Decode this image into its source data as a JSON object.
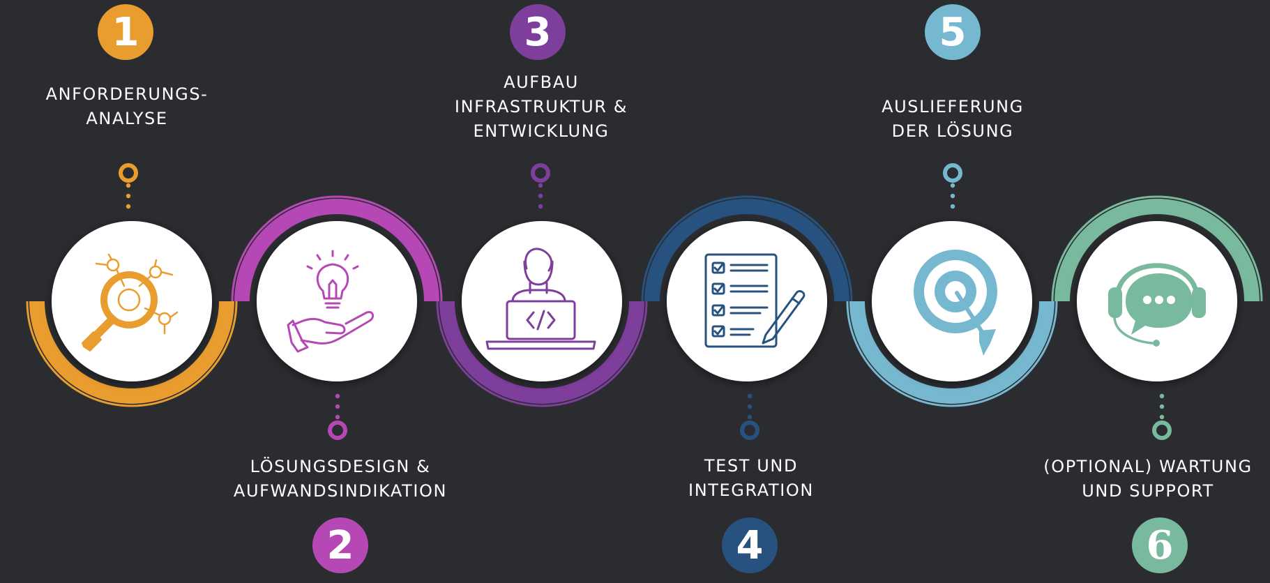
{
  "steps": [
    {
      "number": "1",
      "label": "ANFORDERUNGS-\nANALYSE",
      "color": "#e99d2f",
      "icon": "magnifier-network-icon",
      "position": "top"
    },
    {
      "number": "2",
      "label": "LÖSUNGSDESIGN &\nAUFWANDSINDIKATION",
      "color": "#b548b4",
      "icon": "lightbulb-hand-icon",
      "position": "bottom"
    },
    {
      "number": "3",
      "label": "AUFBAU\nINFRASTRUKTUR &\nENTWICKLUNG",
      "color": "#7e3e9c",
      "icon": "developer-laptop-icon",
      "position": "top"
    },
    {
      "number": "4",
      "label": "TEST UND\nINTEGRATION",
      "color": "#27527f",
      "icon": "checklist-pencil-icon",
      "position": "bottom"
    },
    {
      "number": "5",
      "label": "AUSLIEFERUNG\nDER LÖSUNG",
      "color": "#77b8d1",
      "icon": "target-arrow-icon",
      "position": "top"
    },
    {
      "number": "6",
      "label": "(OPTIONAL) WARTUNG\nUND SUPPORT",
      "color": "#79b99e",
      "icon": "headset-chat-icon",
      "position": "bottom"
    }
  ]
}
